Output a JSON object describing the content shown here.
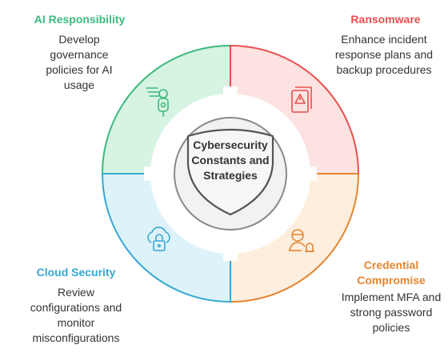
{
  "center": {
    "title": "Cybersecurity Constants and Strategies"
  },
  "quadrants": {
    "ai": {
      "title": "AI Responsibility",
      "desc": "Develop governance policies for AI usage",
      "color": "#3cb97c",
      "fill": "#d7f4e3",
      "icon": "robot-arm-icon"
    },
    "ransomware": {
      "title": "Ransomware",
      "desc": "Enhance incident response plans and backup procedures",
      "color": "#e8504f",
      "fill": "#fde2e2",
      "icon": "warning-document-icon"
    },
    "cloud": {
      "title": "Cloud Security",
      "desc": "Review configurations and monitor misconfigurations",
      "color": "#36a8d3",
      "fill": "#def2fa",
      "icon": "cloud-lock-icon"
    },
    "credential": {
      "title": "Credential Compromise",
      "desc": "Implement MFA and strong password policies",
      "color": "#e48631",
      "fill": "#fdeedd",
      "icon": "hacker-alert-icon"
    }
  }
}
